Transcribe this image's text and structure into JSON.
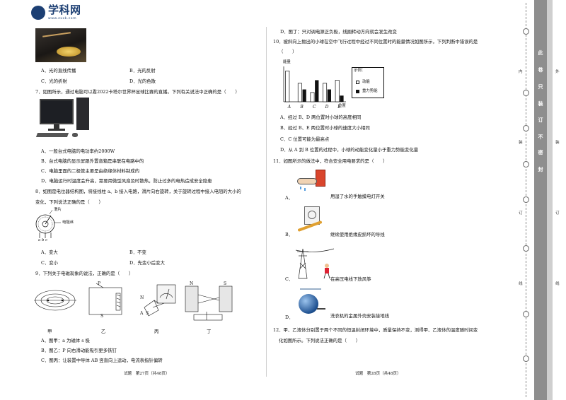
{
  "header": {
    "logo_text": "学科网",
    "logo_url": "www.zxxk.com"
  },
  "left_column": {
    "q6_options": {
      "A": "A．光的直线传播",
      "B": "B．光的反射",
      "C": "C．光的折射",
      "D": "D．光的色散"
    },
    "q7": {
      "stem": "7．如图所示，通过电脑可以看2022卡塔尔世界杯足球比赛的直播。下列有关说法中正确的是（　　）",
      "A": "A．一般台式电脑的电功率约2000W",
      "B": "B．台式电脑的显示屏跟外置音箱是串联在电路中的",
      "C": "C．电脑里面的二极管主要是由绝缘体材料制成的",
      "D": "D．电脑运行时温度会升高，需要用微型风扇及时散热，防止过多的电热造成安全隐患"
    },
    "q8": {
      "stem_line1": "8．如图是电位器结构图，将接线柱 a、b 接入电路，滑片向右旋转，关于旋转过程中接入电阻的大小的",
      "stem_line2": "变化，下列说法正确的是（　　）",
      "label_slider": "滑片",
      "label_wire": "电阻丝",
      "terminals": "a  b  c",
      "A": "A．变大",
      "B": "B．不变",
      "C": "C．变小",
      "D": "D．先变小后变大"
    },
    "q9": {
      "stem": "9．下列关于电磁现象的说法，正确的是（　　）",
      "fig_labels": [
        "甲",
        "乙",
        "丙",
        "丁"
      ],
      "A": "A．图甲：a 为磁体 s 极",
      "B": "B．图乙：P 向右滑动能吸引更多铁钉",
      "C": "C．图丙：让装置中导体 AB 竖直向上运动，电流表指针偏转"
    },
    "footer": "试题　第27页（共48页）"
  },
  "right_column": {
    "q9_D": "D．图丁：只对调电源正负极，线圈转动方向就会发生改变",
    "q10": {
      "stem_line1": "10．被斜向上抛出的小球在空中飞行过程中经过不同位置时的能量情况如图所示，下列判断中错误的是",
      "stem_line2": "（　　）",
      "A": "A．经过 B、D 两位置时小球的高度相同",
      "B": "B．经过 B、E 两位置时小球的速度大小相同",
      "C": "C．C 位置可能为最高点",
      "D": "D．从 A 到 B 位置的过程中，小球的动能变化量小于重力势能变化量"
    },
    "q11": {
      "stem": "11．如图所示的做法中，符合安全用电要求的是（　　）",
      "A": "用湿了水的手触摸电灯开关",
      "B": "继续使用绝缘皮损坏的导线",
      "C": "在高压电线下放风筝",
      "D": "洗衣机的金属外壳安装接地线",
      "letters": [
        "A．",
        "B．",
        "C．",
        "D．"
      ]
    },
    "q12": {
      "stem_line1": "12．甲、乙液体分别置于两个不同的恒温封闭环境中，质量保持不变，测得甲、乙液体的温度随时间变",
      "stem_line2": "化如图所示。下列说法正确的是（　　）"
    },
    "footer": "试题　第28页（共48页）"
  },
  "chart_data": {
    "type": "bar",
    "ylabel": "能量",
    "xlabel": "位置",
    "categories": [
      "A",
      "B",
      "C",
      "D",
      "E"
    ],
    "legend_title": "示例：",
    "series": [
      {
        "name": "动能",
        "values": [
          10,
          6,
          3,
          6,
          7
        ]
      },
      {
        "name": "重力势能",
        "values": [
          0,
          4,
          7,
          4,
          2
        ]
      }
    ],
    "ylim": [
      0,
      11
    ],
    "grid": false,
    "legend": "right"
  },
  "binding": {
    "dark_chars": [
      "此",
      "卷",
      "只",
      "装",
      "订",
      "不",
      "密",
      "封"
    ],
    "side_chars": [
      "内",
      "装",
      "订",
      "线",
      "外",
      "装",
      "订",
      "线"
    ]
  },
  "colors": {
    "logo": "#1c3f73",
    "bar_dark": "#111111",
    "binding_dark": "#8e8e8e"
  }
}
